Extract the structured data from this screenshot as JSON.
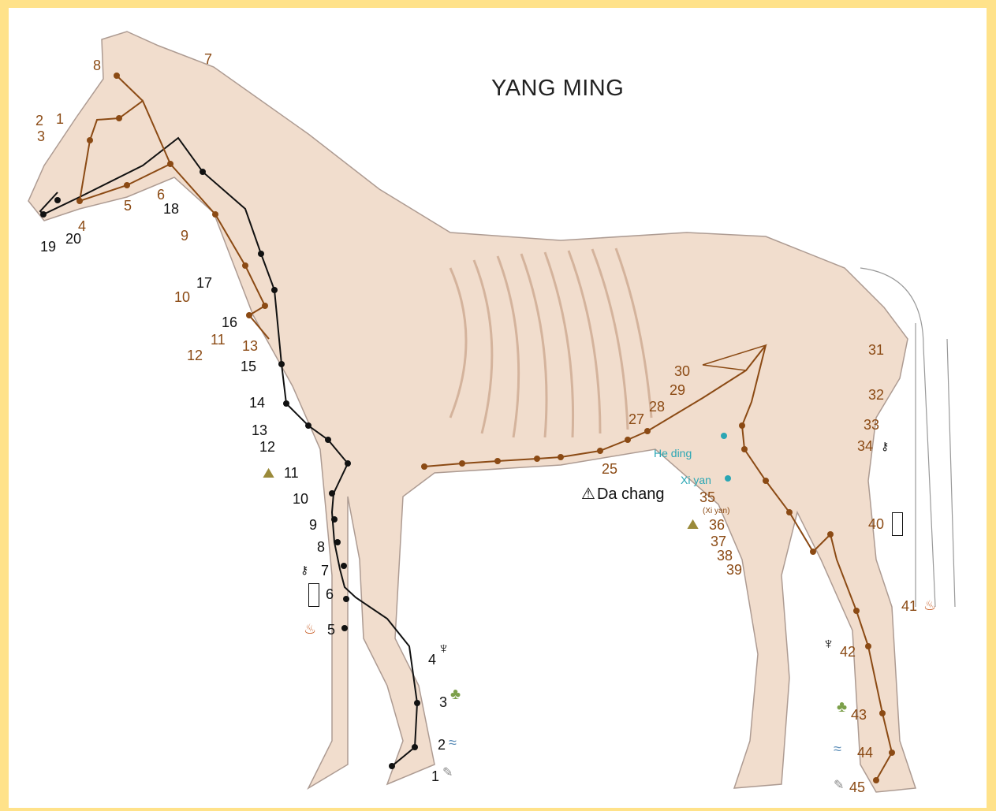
{
  "title": "YANG MING",
  "special_labels": {
    "da_chang": "Da chang",
    "he_ding": "He ding",
    "xi_yan": "Xi yan",
    "xi_yan_sub": "(Xi yan)"
  },
  "foreleg_points": [
    "1",
    "2",
    "3",
    "4",
    "5",
    "6",
    "7",
    "8",
    "9",
    "10",
    "11",
    "12",
    "13",
    "14",
    "15",
    "16",
    "17",
    "18",
    "19",
    "20"
  ],
  "stomach_points_head": [
    "1",
    "2",
    "3",
    "4",
    "5",
    "6",
    "7",
    "8",
    "9",
    "10",
    "11",
    "12",
    "13"
  ],
  "stomach_points_body": [
    "25",
    "27",
    "28",
    "29",
    "30",
    "31",
    "32",
    "33",
    "34",
    "35",
    "36",
    "37",
    "38",
    "39",
    "40",
    "41",
    "42",
    "43",
    "44",
    "45"
  ],
  "icons": [
    "metal-icon",
    "water-icon",
    "wood-icon",
    "fire-icon",
    "earth-icon",
    "door-icon",
    "key-icon",
    "warning-icon"
  ],
  "colors": {
    "frame": "#FFE28A",
    "stomach_meridian": "#8B4A14",
    "large_intestine_meridian": "#111111",
    "special_points": "#2AA6B4"
  }
}
